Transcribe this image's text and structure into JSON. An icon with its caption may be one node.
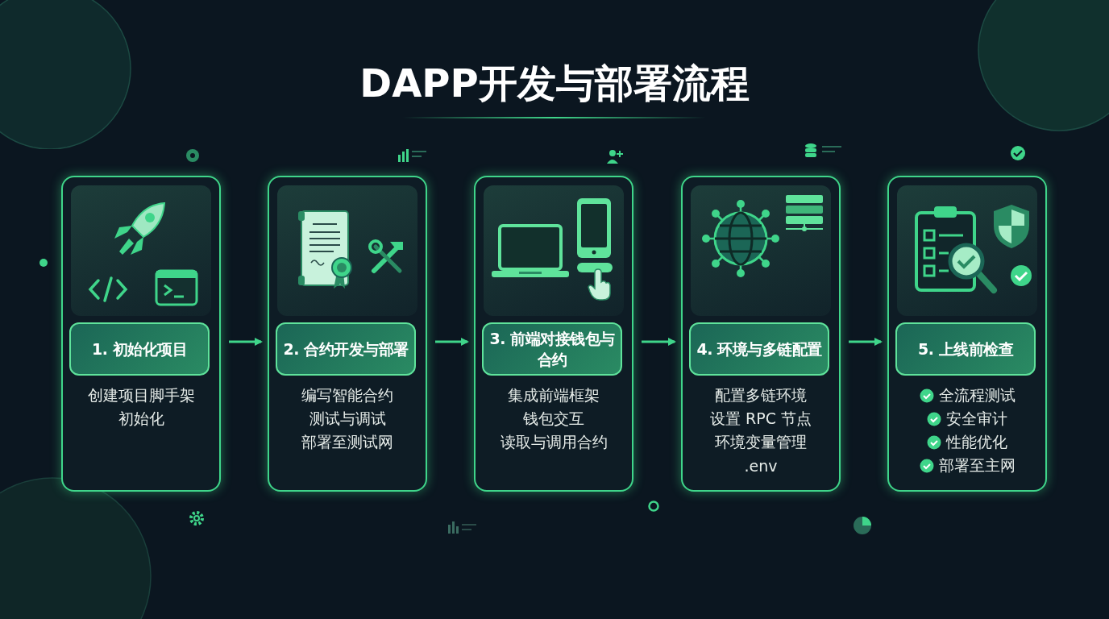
{
  "diagram": {
    "title": "DAPP开发与部署流程",
    "nodes": [
      {
        "text": [
          "创建项目脚手架",
          "初始化"
        ]
      },
      {
        "text": [
          "1. 初始化项目"
        ],
        "in": 0
      },
      {
        "text": [
          "编写智能合约",
          "测试与调试",
          "部署至测试网"
        ]
      },
      {
        "text": [
          "2. 合约开发与部署"
        ],
        "in": 2
      },
      {
        "text": [
          "集成前端框架",
          "钱包交互",
          "读取与调用合约"
        ]
      },
      {
        "text": [
          "3. 前端对接钱包与合约"
        ],
        "in": 4
      },
      {
        "text": [
          "配置多链环境",
          "设置 RPC 节点",
          "环境变量管理",
          ".env"
        ]
      },
      {
        "text": [
          "4. 环境与多链配置"
        ],
        "in": 6
      },
      {
        "text": [
          "全流程测试",
          "安全审计",
          "性能优化",
          "部署至主网"
        ]
      },
      {
        "text": [
          "5. 上线前检查"
        ],
        "in": 8
      }
    ],
    "edges": [
      {
        "from": 0,
        "to": 2,
        "arrow": "to"
      },
      {
        "from": 2,
        "to": 4,
        "arrow": "to"
      },
      {
        "from": 4,
        "to": 6,
        "arrow": "to"
      },
      {
        "from": 6,
        "to": 8,
        "arrow": "to"
      }
    ]
  }
}
